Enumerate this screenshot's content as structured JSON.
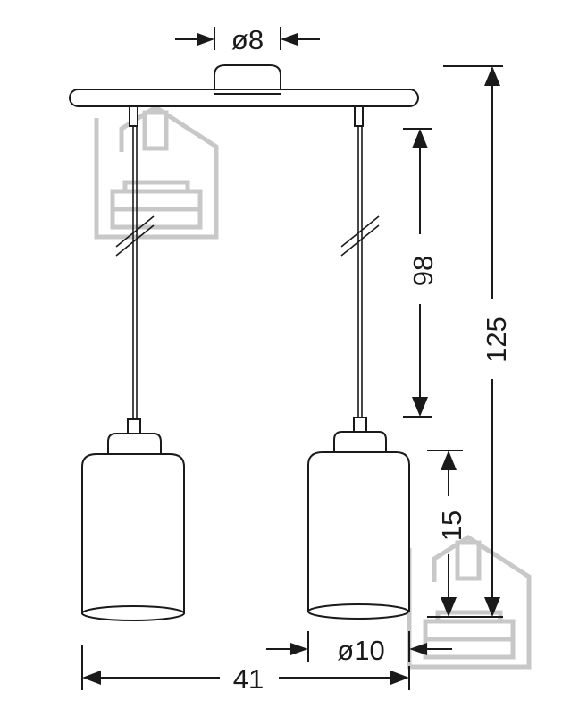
{
  "dimensions": {
    "canopy_diameter": "ø8",
    "total_height": "125",
    "cable_length": "98",
    "shade_height": "15",
    "shade_diameter": "ø10",
    "total_width": "41"
  },
  "colors": {
    "line": "#1a1a1a",
    "watermark": "#c8c8c8",
    "background": "#ffffff"
  },
  "icons": [
    "house-sofa-watermark-icon"
  ]
}
